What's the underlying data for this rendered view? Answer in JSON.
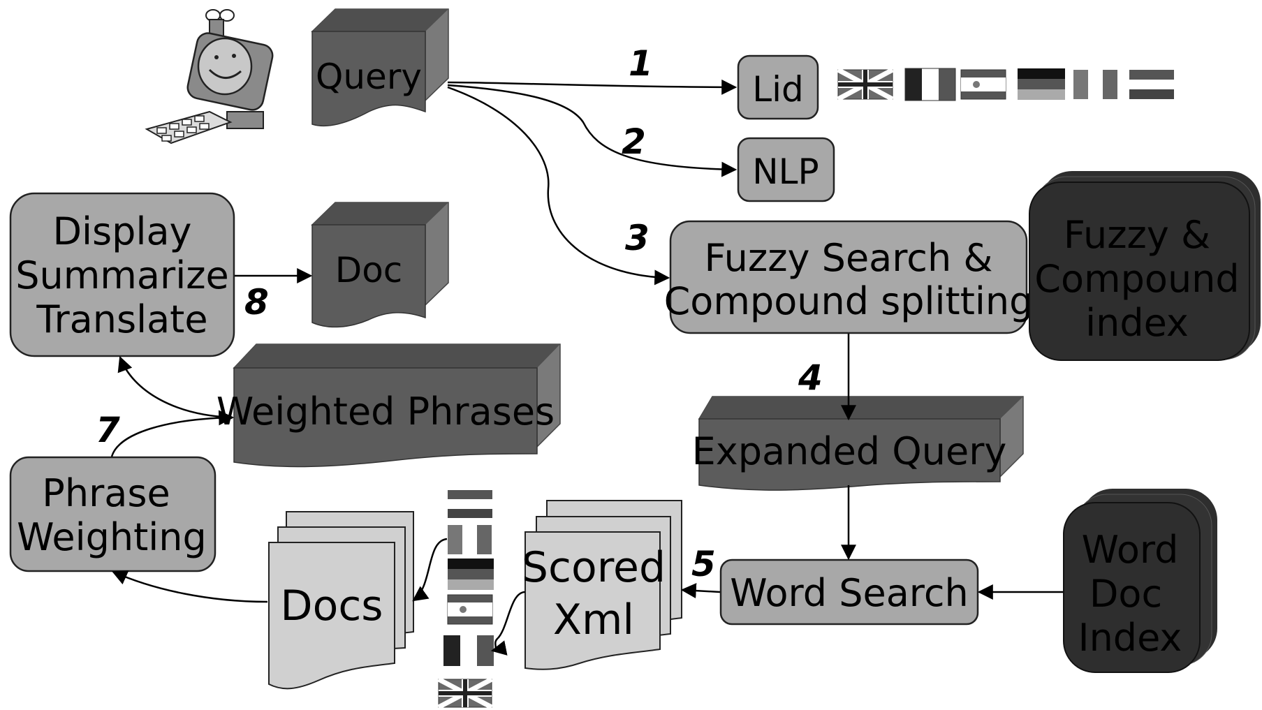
{
  "nodes": {
    "query": "Query",
    "lid": "Lid",
    "nlp": "NLP",
    "fuzzy_search": [
      "Fuzzy Search &",
      "Compound splitting"
    ],
    "fuzzy_index": [
      "Fuzzy &",
      "Compound",
      "index"
    ],
    "display": [
      "Display",
      "Summarize",
      "Translate"
    ],
    "doc": "Doc",
    "weighted_phrases": "Weighted Phrases",
    "expanded_query": "Expanded Query",
    "phrase_weighting": [
      "Phrase",
      "Weighting"
    ],
    "docs": "Docs",
    "scored_xml": [
      "Scored",
      "Xml"
    ],
    "word_search": "Word Search",
    "word_doc_index": [
      "Word",
      "Doc",
      "Index"
    ]
  },
  "step_numbers": [
    "1",
    "2",
    "3",
    "4",
    "5",
    "7",
    "8"
  ],
  "icons": {
    "user": "user-at-computer-icon",
    "flags_top": [
      "flag-uk-icon",
      "flag-france-icon",
      "flag-spain-icon",
      "flag-germany-icon",
      "flag-italy-icon",
      "flag-netherlands-icon"
    ],
    "flags_side": [
      "flag-netherlands-icon",
      "flag-italy-icon",
      "flag-germany-icon",
      "flag-spain-icon",
      "flag-france-icon",
      "flag-uk-icon"
    ]
  },
  "colors": {
    "light_box": "#a8a8a8",
    "dark_shape": "#5c5c5c",
    "index_store": "#2e2e2e",
    "page": "#d0d0d0"
  }
}
